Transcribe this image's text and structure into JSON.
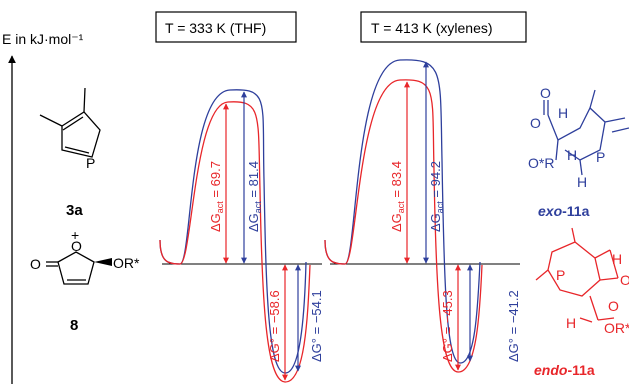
{
  "y_axis_label": "E in kJ·mol⁻¹",
  "panels": [
    {
      "condition": "T = 333 K (THF)",
      "barriers": [
        {
          "label": "ΔG",
          "sub": "act",
          "value": "69.7",
          "color": "#e8262a"
        },
        {
          "label": "ΔG",
          "sub": "act",
          "value": "81.4",
          "color": "#2e3f9c"
        }
      ],
      "free_energies": [
        {
          "label": "ΔG°",
          "value": "−58.6",
          "color": "#e8262a"
        },
        {
          "label": "ΔG°",
          "value": "−54.1",
          "color": "#2e3f9c"
        }
      ]
    },
    {
      "condition": "T = 413 K (xylenes)",
      "barriers": [
        {
          "label": "ΔG",
          "sub": "act",
          "value": "83.4",
          "color": "#e8262a"
        },
        {
          "label": "ΔG",
          "sub": "act",
          "value": "94.2",
          "color": "#2e3f9c"
        }
      ],
      "free_energies": [
        {
          "label": "ΔG°",
          "value": "−45.3",
          "color": "#e8262a"
        },
        {
          "label": "ΔG°",
          "value": "−41.2",
          "color": "#2e3f9c"
        }
      ]
    }
  ],
  "reactants": [
    {
      "id": "3a"
    },
    {
      "id": "+"
    },
    {
      "id": "8",
      "substituent": "OR*"
    }
  ],
  "products": [
    {
      "prefix": "exo",
      "suffix": "-11a",
      "color": "#2e3f9c",
      "atom_labels": [
        "O",
        "H",
        "O*R",
        "H",
        "P",
        "H"
      ]
    },
    {
      "prefix": "endo",
      "suffix": "-11a",
      "color": "#e8262a",
      "atom_labels": [
        "H",
        "P",
        "O",
        "H",
        "OR*"
      ]
    }
  ],
  "colors": {
    "exo": "#2e3f9c",
    "endo": "#e8262a",
    "baseline": "#000000"
  }
}
